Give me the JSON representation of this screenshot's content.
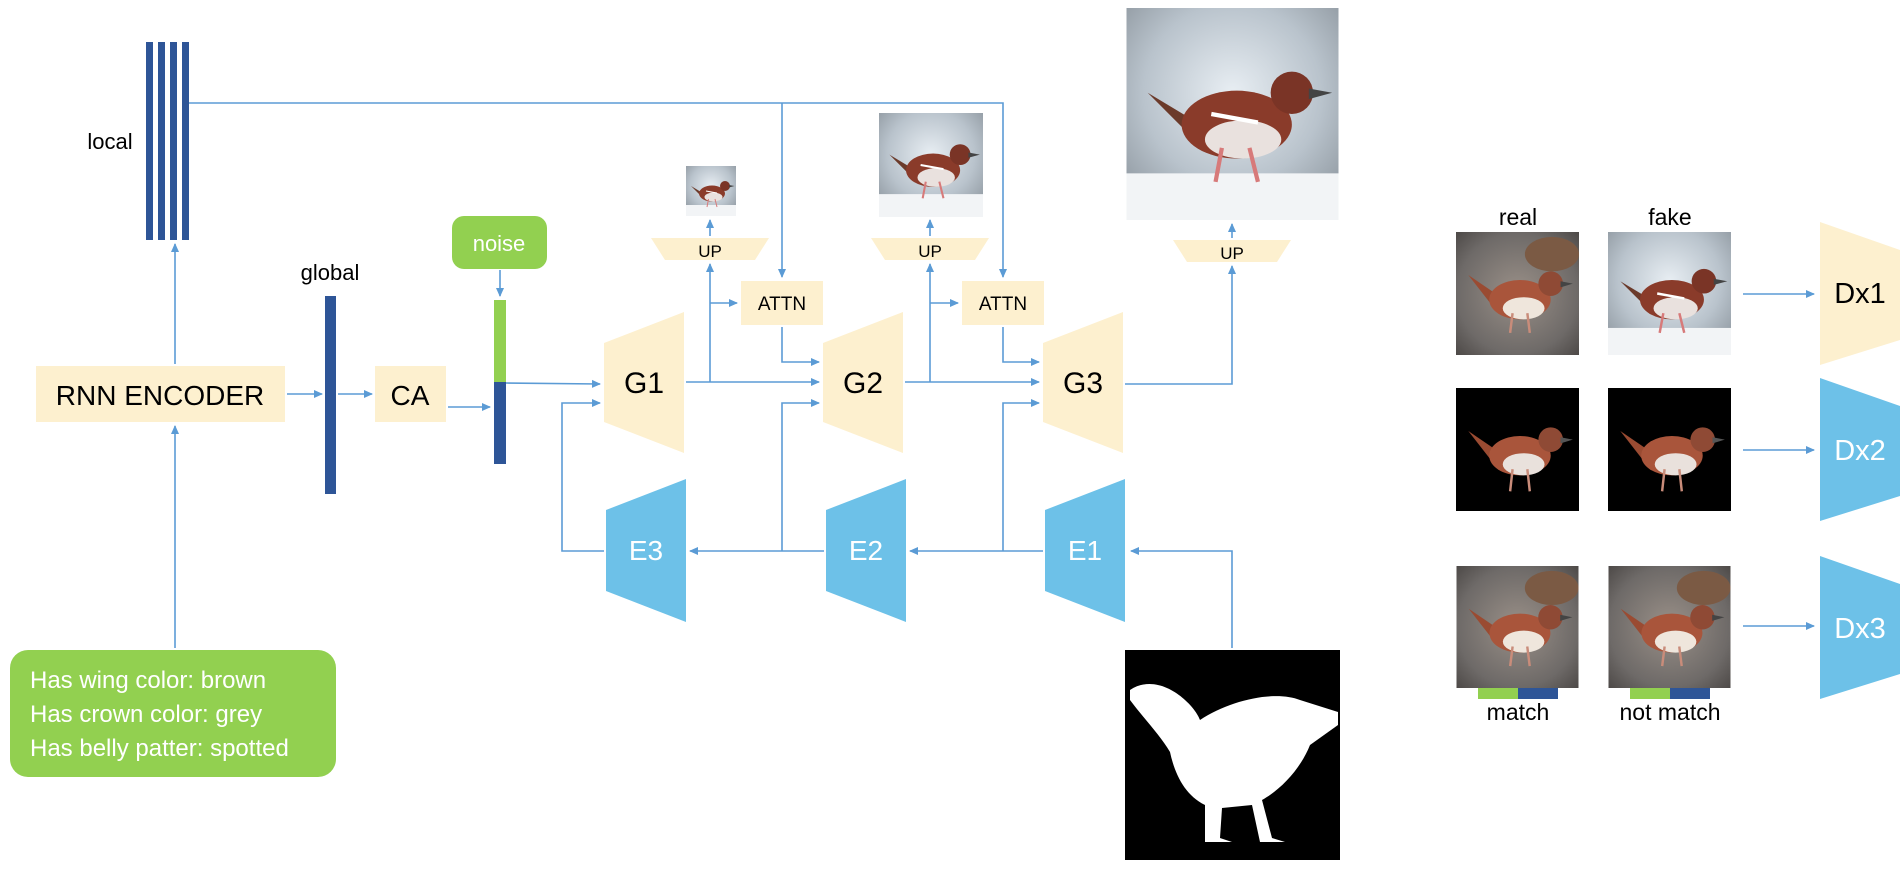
{
  "labels": {
    "local": "local",
    "global": "global",
    "noise": "noise",
    "rnn_encoder": "RNN ENCODER",
    "ca": "CA",
    "g1": "G1",
    "g2": "G2",
    "g3": "G3",
    "e1": "E1",
    "e2": "E2",
    "e3": "E3",
    "up": "UP",
    "attn": "ATTN",
    "real": "real",
    "fake": "fake",
    "match": "match",
    "not_match": "not match",
    "dx1": "Dx1",
    "dx2": "Dx2",
    "dx3": "Dx3"
  },
  "attributes": [
    "Has wing color: brown",
    "Has crown color: grey",
    "Has belly patter: spotted"
  ],
  "colors": {
    "cream": "#fdf0cf",
    "navy": "#2e5597",
    "green": "#92d050",
    "sky_blue": "#6dc1e8",
    "arrow": "#5b9bd5"
  }
}
